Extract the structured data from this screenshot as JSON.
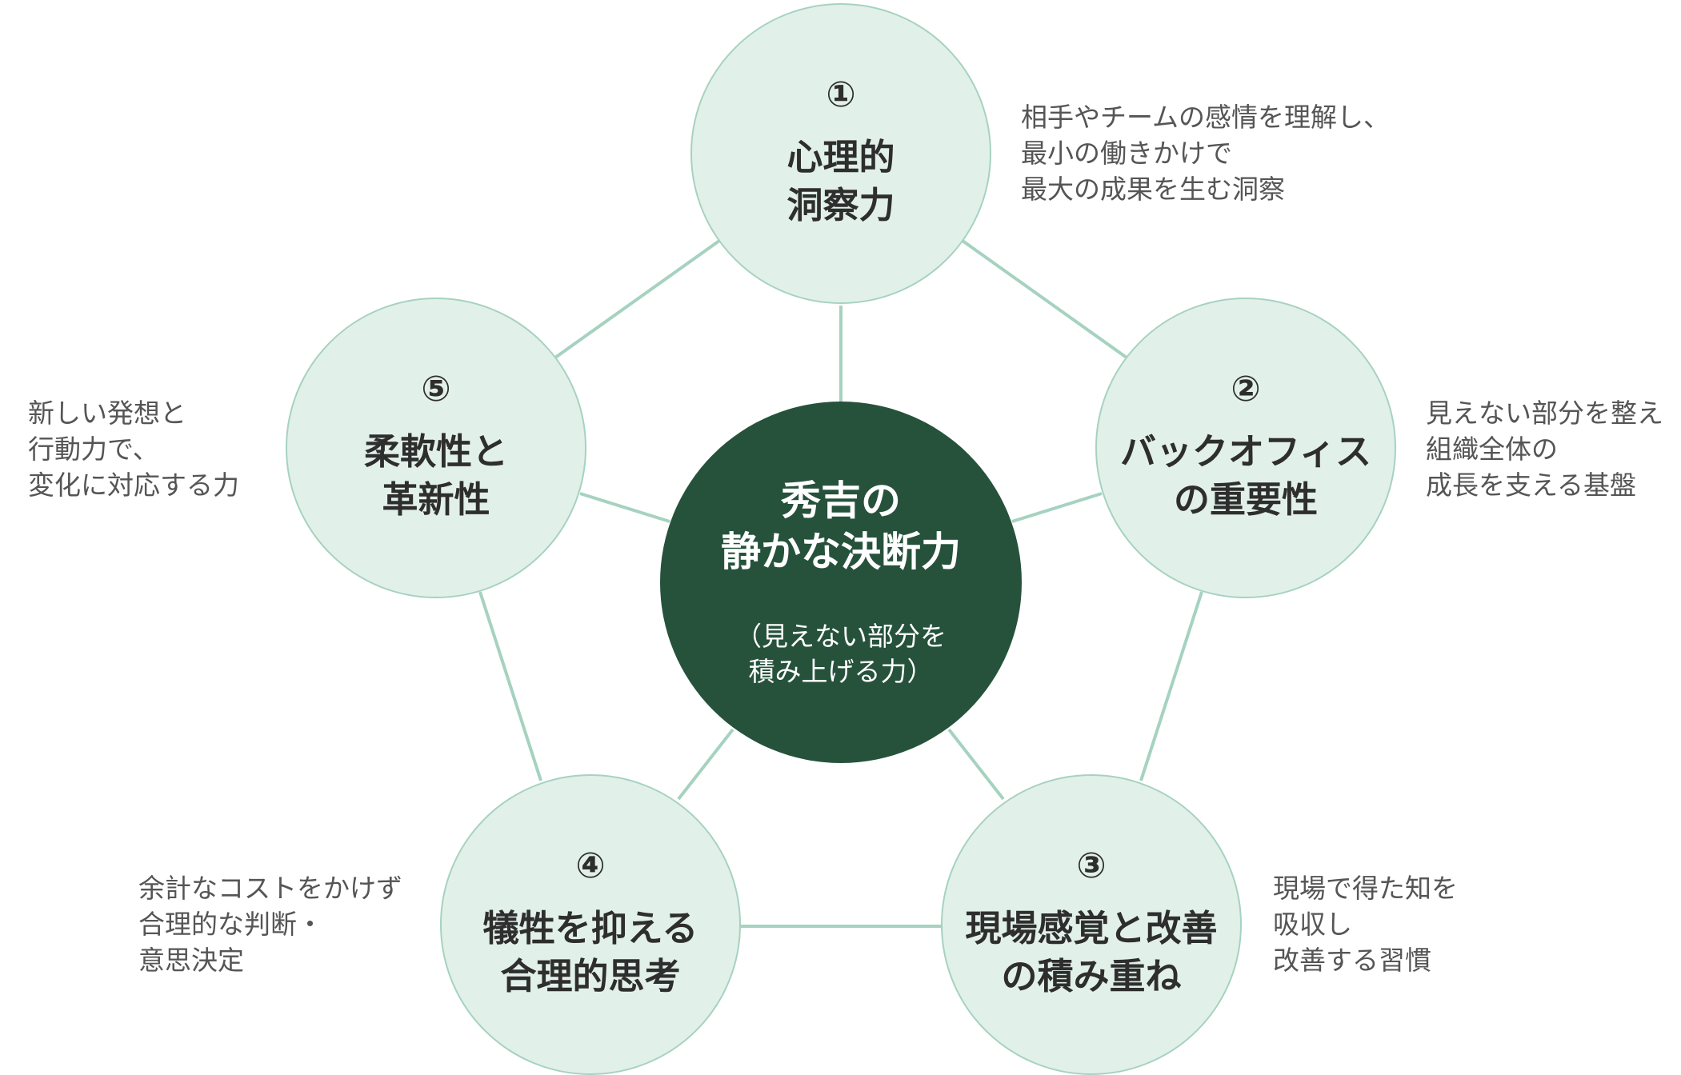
{
  "center": {
    "title": "秀吉の\n静かな決断力",
    "subtitle": "（見えない部分を\n積み上げる力）"
  },
  "nodes": [
    {
      "number": "①",
      "title": "心理的\n洞察力",
      "description": "相手やチームの感情を理解し、\n最小の働きかけで\n最大の成果を生む洞察"
    },
    {
      "number": "②",
      "title": "バックオフィス\nの重要性",
      "description": "見えない部分を整え\n組織全体の\n成長を支える基盤"
    },
    {
      "number": "③",
      "title": "現場感覚と改善\nの積み重ね",
      "description": "現場で得た知を\n吸収し\n改善する習慣"
    },
    {
      "number": "④",
      "title": "犠牲を抑える\n合理的思考",
      "description": "余計なコストをかけず\n合理的な判断・\n意思決定"
    },
    {
      "number": "⑤",
      "title": "柔軟性と\n革新性",
      "description": "新しい発想と\n行動力で、\n変化に対応する力"
    }
  ],
  "colors": {
    "center_fill": "#26523c",
    "node_fill": "#e2f0ea",
    "node_border": "#a6d2c0",
    "connector": "#a6d2c0",
    "description_text": "#555555"
  }
}
